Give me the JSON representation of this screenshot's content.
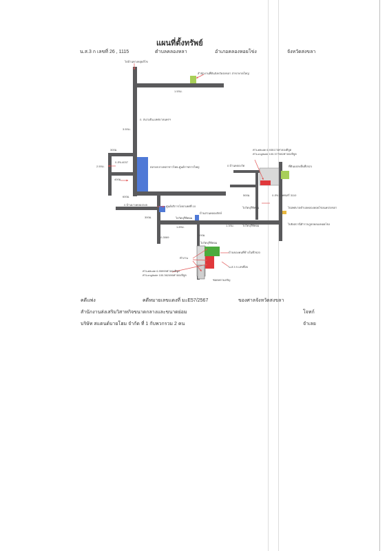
{
  "document": {
    "title": "แผนที่ตั้งทรัพย์",
    "deed": "น.ส.3 ก เลขที่ 26 , 1115",
    "subdistrict": "ตำบลคลองหลา",
    "district": "อำเภอคลองหอยโข่ง",
    "province": "จังหวัดสงขลา"
  },
  "map_labels": {
    "top_village": "ไปบ้านทางหลุยส์โข",
    "office_top": "สำนักงานที่ดินจังหวัดสงขลา สาขาหาดใหญ่",
    "dist_top": "1.5กม.",
    "road_main": "ถ. สนามบิน-เทศบาลนครฯ",
    "dist_mid": "3.5กม.",
    "d1": "300ม.",
    "rd_code": "ถ.สข-4037",
    "d2": "2.5กม.",
    "d3": "400ม.",
    "market": "ตลาดกลางพลาชาวไทย-ศูนย์ราชการใหญ่",
    "d4": "600ม.",
    "village_bang": "ถ.บ้านบางคลอง345",
    "shop": "ศูนย์บริการโยธาเทศที่ 10",
    "d5": "300ม.",
    "temple1": "ไปวัดบุรีพิทอม",
    "school": "บ้านสวนคลองลักษ์",
    "d6": "1.8กม.",
    "road_code2": "ถ.3069",
    "gps_right1": "ค่าLatitude 6.935173ค่าลองติจูด",
    "gps_right2": "ค่าLongitude 100.377082ค่าลองจิจูด",
    "land_right": "ที่ดินแปลงอื่นที่2521",
    "rd_right": "ถ.บ้านคลองวัด",
    "d7": "500ม.",
    "to_wat": "ไปวัดบุรีพิทอม",
    "wat_mark": "ถ.สข.ร เทศเสร์ 3110",
    "pump": "ไปเทศบาลตำบลคลองหอยโข่งนครสงขลา",
    "d8": "1.3กม.",
    "temple2": "ไปวัดบุรีพิทอม",
    "police": "ไปยังสถานีตำรวจภูธรคลองหอยโข่ง",
    "d9": "300ม.",
    "temple3": "ไปวัดบุรีพิทอม",
    "land_green": "บ้านของคนที่ข้างในที่7820",
    "land_code": "น.ส.3 ก.เลขที่26",
    "subject": "ทำงาน",
    "gps_bottom1": "ค่าLatitude 6.95999ค่าลองติจูด",
    "gps_bottom2": "ค่าLongitude 100.362496ค่าลองจิจูด",
    "bottom_note": "ซอยหลานจรัญ"
  },
  "case": {
    "label_case": "คดีแพ่ง",
    "case_no": "คดีหมายเลขแดงที่ มะE57/2567",
    "court": "ของศาลจังหวัดสงขลา",
    "plaintiff": "สำนักงานส่งเสริมวิสาหกิจขนาดกลางและขนาดย่อม",
    "plaintiff_role": "โจทก์",
    "defendant": "บริษัท  สแตนด์บายโฮม      จำกัด   ที่ 1 กับพวกรวม  2 คน",
    "defendant_role": "จำเลย"
  },
  "colors": {
    "road": "#5a5a5c",
    "blue": "#4f79d6",
    "green": "#4cab3d",
    "lightgreen": "#a8cf58",
    "red": "#e0383b",
    "arrow": "#e05050"
  }
}
